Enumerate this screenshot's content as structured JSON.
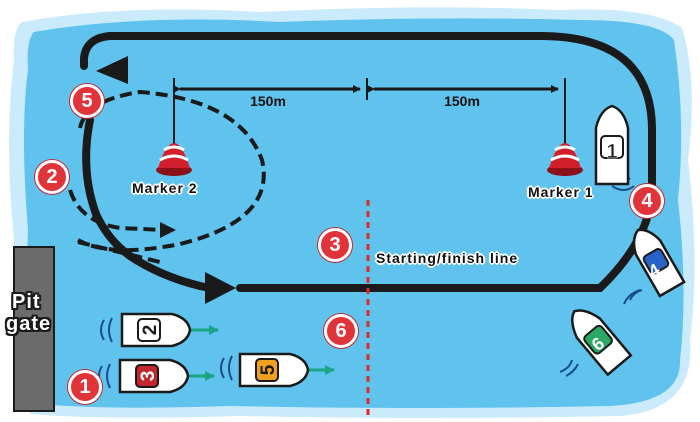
{
  "distances": {
    "left": "150m",
    "right": "150m"
  },
  "markers": {
    "marker2": "Marker 2",
    "marker1": "Marker 1"
  },
  "start_line_label": "Starting/finish line",
  "pit": {
    "line1": "Pit",
    "line2": "gate"
  },
  "steps": [
    "1",
    "2",
    "3",
    "4",
    "5",
    "6"
  ],
  "boats": [
    {
      "number": "1",
      "color": "#ffffff"
    },
    {
      "number": "2",
      "color": "#ffffff"
    },
    {
      "number": "3",
      "color": "#c4262e"
    },
    {
      "number": "4",
      "color": "#2a63c8"
    },
    {
      "number": "5",
      "color": "#f0a020"
    },
    {
      "number": "6",
      "color": "#2aa864"
    }
  ],
  "colors": {
    "water": "#5fc3ee",
    "water_light": "#c9ebfb",
    "course": "#1a1a1a",
    "step": "#e0333a",
    "arrow": "#1aa587",
    "start_line": "#e02a2a",
    "marker": "#d11f2b"
  }
}
